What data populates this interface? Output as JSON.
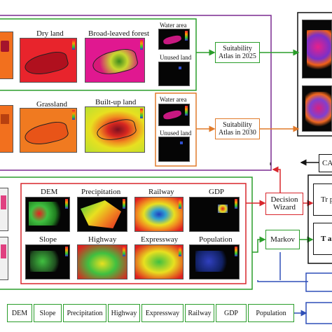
{
  "top_panel": {
    "landuse": {
      "dry_land": "Dry land",
      "broad_leaved_forest": "Broad-leaved forest",
      "grassland": "Grassland",
      "built_up_land": "Built-up land",
      "water_area_1": "Water area",
      "unused_land_1": "Unused land",
      "water_area_2": "Water area",
      "unused_land_2": "Unused land"
    },
    "atlas_2025": "Suitability Atlas in 2025",
    "atlas_2030": "Suitability Atlas in 2030",
    "ca_label": "CA"
  },
  "middle_panel": {
    "factors": {
      "dem": "DEM",
      "precipitation": "Precipitation",
      "railway": "Railway",
      "gdp": "GDP",
      "slope": "Slope",
      "highway": "Highway",
      "expressway": "Expressway",
      "population": "Population"
    },
    "decision_wizard": "Decision Wizard",
    "markov": "Markov",
    "right_box_1": "Tr pr",
    "right_box_2": "T ar"
  },
  "bottom_row": [
    "DEM",
    "Slope",
    "Precipitation",
    "Highway",
    "Expressway",
    "Railway",
    "GDP",
    "Population"
  ],
  "colors": {
    "green": "#2a9d2a",
    "purple": "#7a2a90",
    "orange": "#e07a2a",
    "red": "#d8262c",
    "blue": "#2f4fb8",
    "black": "#111111"
  }
}
